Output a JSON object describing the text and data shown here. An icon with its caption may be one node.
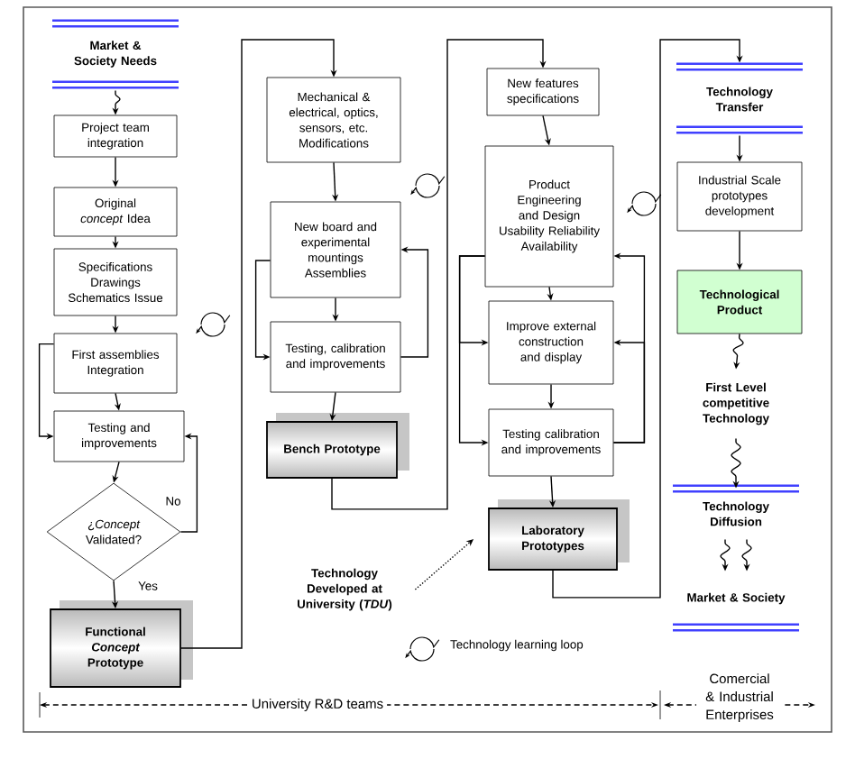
{
  "diagram": {
    "nodes": [
      {
        "text": [
          "Market & Society Needs"
        ]
      },
      {
        "text": [
          "Project team integration"
        ]
      },
      {
        "text": [
          "Original *concept* Idea"
        ]
      },
      {
        "text": [
          "Specifications Drawings Schematics Issue"
        ]
      },
      {
        "text": [
          "First assemblies Integration"
        ]
      },
      {
        "text": [
          "Testing and improvements"
        ]
      },
      {
        "text": [
          "¿*Concept* Validated?"
        ]
      },
      {
        "text": [
          "Functional *Concept* Prototype"
        ]
      },
      {
        "text": [
          "Mechanical & electrical, optics, sensors, etc. Modifications"
        ]
      },
      {
        "text": [
          "New board and experimental mountings Assemblies"
        ]
      },
      {
        "text": [
          "Testing, calibration and improvements"
        ]
      },
      {
        "text": [
          "Bench Prototype"
        ]
      },
      {
        "text": [
          "New features specifications"
        ]
      },
      {
        "text": [
          "Product Engineering and Design Usability Reliability Availability"
        ]
      },
      {
        "text": [
          "Improve external construction and display"
        ]
      },
      {
        "text": [
          "Testing calibration and improvements"
        ]
      },
      {
        "text": [
          "Laboratory Prototypes"
        ]
      },
      {
        "text": [
          "Technology Transfer"
        ]
      },
      {
        "text": [
          "Industrial Scale prototypes development"
        ]
      },
      {
        "text": [
          "Technological Product"
        ]
      },
      {
        "text": [
          "First Level competitive Technology"
        ]
      },
      {
        "text": [
          "Technology Diffusion"
        ]
      },
      {
        "text": [
          "Market & Society"
        ]
      },
      {
        "text": [
          "Technology Developed at University (*TDU*)"
        ]
      }
    ],
    "edges": [
      {
        "from": 0,
        "to": 1,
        "arrow": "to"
      },
      {
        "from": 1,
        "to": 2,
        "arrow": "to"
      },
      {
        "from": 2,
        "to": 3,
        "arrow": "to"
      },
      {
        "from": 3,
        "to": 4,
        "arrow": "to"
      },
      {
        "from": 4,
        "to": 5,
        "arrow": "to"
      },
      {
        "from": 4,
        "to": 5,
        "arrow": "to"
      },
      {
        "from": 5,
        "to": 6,
        "arrow": "to"
      },
      {
        "from": 6,
        "to": 5,
        "arrow": "to",
        "label": "No"
      },
      {
        "from": 6,
        "to": 7,
        "arrow": "to",
        "label": "Yes"
      },
      {
        "from": 7,
        "to": 8,
        "arrow": "to"
      },
      {
        "from": 8,
        "to": 9,
        "arrow": "to"
      },
      {
        "from": 9,
        "to": 10,
        "arrow": "to"
      },
      {
        "from": 9,
        "to": 10,
        "arrow": "to"
      },
      {
        "from": 10,
        "to": 9,
        "arrow": "to"
      },
      {
        "from": 10,
        "to": 11,
        "arrow": "to"
      },
      {
        "from": 11,
        "to": 12,
        "arrow": "to"
      },
      {
        "from": 12,
        "to": 13,
        "arrow": "to"
      },
      {
        "from": 13,
        "to": 14,
        "arrow": "to"
      },
      {
        "from": 14,
        "to": 15,
        "arrow": "to"
      },
      {
        "from": 13,
        "to": 14,
        "arrow": "to"
      },
      {
        "from": 13,
        "to": 15,
        "arrow": "to"
      },
      {
        "from": 15,
        "to": 14,
        "arrow": "to"
      },
      {
        "from": 15,
        "to": 13,
        "arrow": "to"
      },
      {
        "from": 15,
        "to": 16,
        "arrow": "to"
      },
      {
        "from": 16,
        "to": 17,
        "arrow": "to"
      },
      {
        "from": 17,
        "to": 18,
        "arrow": "to"
      },
      {
        "from": 18,
        "to": 19,
        "arrow": "to"
      },
      {
        "from": 19,
        "to": 20,
        "arrow": "to"
      },
      {
        "from": 20,
        "to": 21,
        "arrow": "to"
      },
      {
        "from": 21,
        "to": 22,
        "arrow": "to"
      },
      {
        "from": 21,
        "to": 22,
        "arrow": "to"
      },
      {
        "from": 23,
        "to": 16,
        "arrow": "to",
        "style": "dashed"
      }
    ],
    "labels": [
      "Technology learning loop",
      "University R&D teams",
      "Comercial & Industrial Enterprises"
    ]
  }
}
